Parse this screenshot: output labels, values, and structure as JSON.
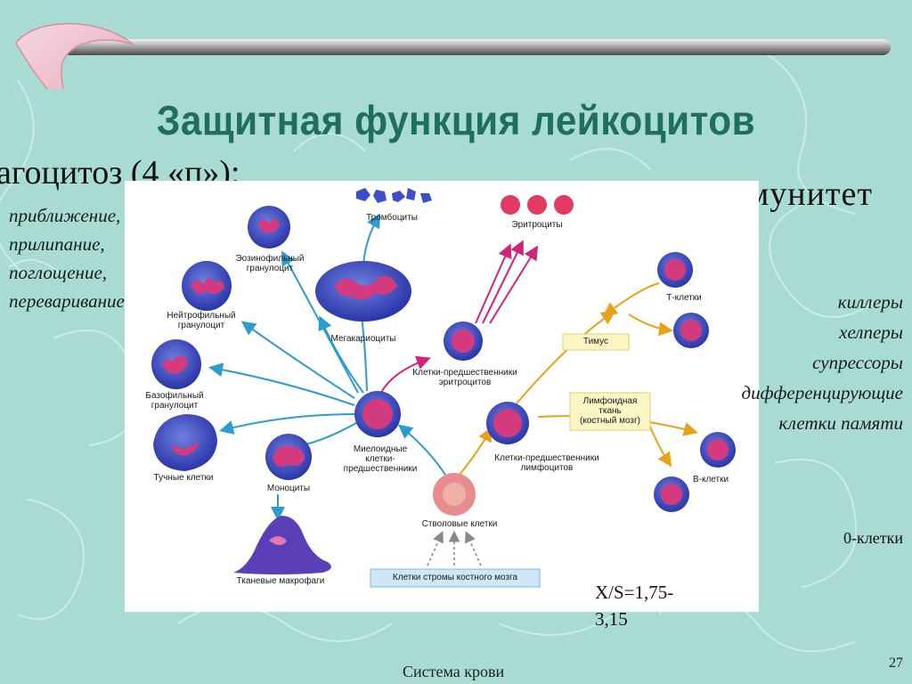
{
  "slide": {
    "title": "Защитная функция лейкоцитов",
    "phagocytosis_heading": "агоцитоз (4 «п»):",
    "immunity_heading": "иммунитет",
    "phagocytosis_steps": [
      "приближение,",
      "прилипание,",
      "поглощение,",
      "переваривание"
    ],
    "immunity_cells": [
      "киллеры",
      "хелперы",
      "супрессоры",
      "дифференцирующие",
      "клетки памяти"
    ],
    "zero_cells": "0-клетки",
    "ratio_line1": "X/S=1,75-",
    "ratio_line2": "3,15",
    "footer": "Система крови",
    "page_number": "27"
  },
  "diagram": {
    "labels": {
      "thrombocytes": "Тромбоциты",
      "erythrocytes": "Эритроциты",
      "eosinophil": "Эозинофильный\nгранулоцит",
      "neutrophil": "Нейтрофильный\nгранулоцит",
      "basophil": "Базофильный\nгранулоцит",
      "mast_cells": "Тучные клетки",
      "monocytes": "Моноциты",
      "macrophages": "Тканевые макрофаги",
      "megakaryocytes": "Мегакариоциты",
      "erythro_precursors": "Клетки-предшественники\nэритроцитов",
      "myeloid_precursors": "Миелоидные\nклетки-\nпредшественники",
      "stem_cells": "Стволовые клетки",
      "stroma": "Клетки стромы костного мозга",
      "lymph_precursors": "Клетки-предшественники\nлимфоцитов",
      "thymus": "Тимус",
      "lymphoid_tissue": "Лимфоидная\nткань\n(костный мозг)",
      "t_cells": "Т-клетки",
      "b_cells": "В-клетки"
    }
  },
  "colors": {
    "title": "#1f6e62",
    "background": "#a8dcd2",
    "cell_blue": "#3d4fc8",
    "nucleus_pink": "#d43a7e",
    "arrow_blue": "#2b9bd0",
    "arrow_orange": "#e8a21a",
    "arrow_magenta": "#d0247a"
  }
}
